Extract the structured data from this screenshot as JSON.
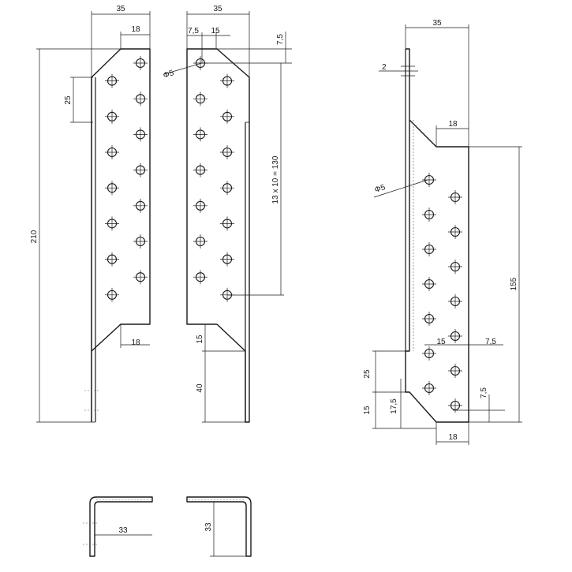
{
  "diagram": {
    "width_35": "35",
    "flange_18": "18",
    "d_25": "25",
    "d_210": "210",
    "d_7_5": "7,5",
    "d_15": "15",
    "pitch_130": "13 x 10 = 130",
    "d_40": "40",
    "hole_dia": "Φ5",
    "thickness_2": "2",
    "d_155": "155",
    "d_17_5": "17,5",
    "d_33": "33"
  },
  "colors": {
    "line": "#1a1a1a",
    "background": "#ffffff"
  }
}
